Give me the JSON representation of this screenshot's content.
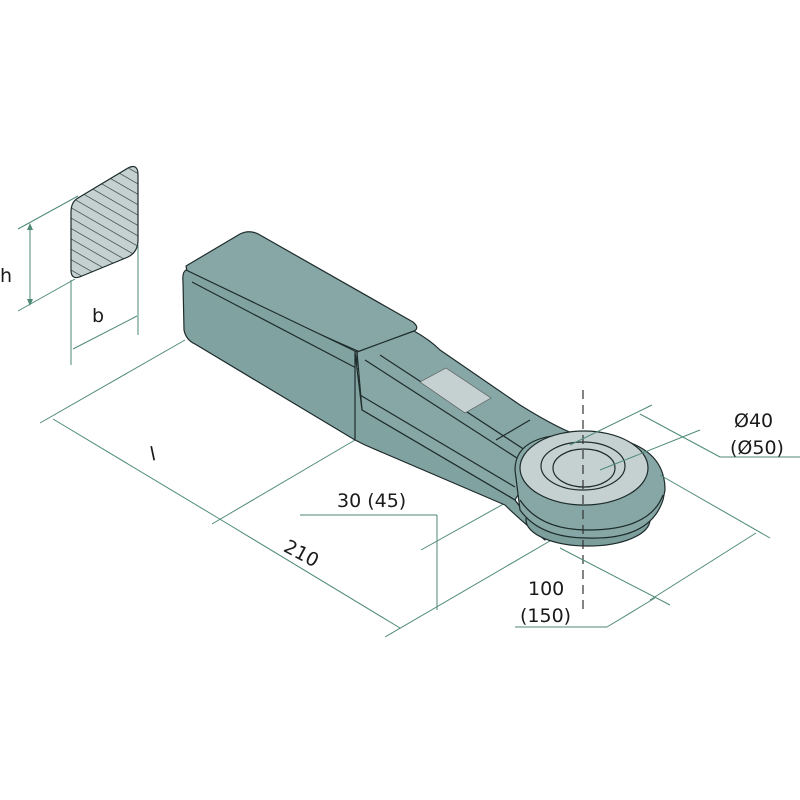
{
  "diagram": {
    "colors": {
      "body": "#86a7a6",
      "face": "#c4d1d0",
      "dimension": "#4f8a78",
      "outline": "#1e2b2b"
    },
    "section_labels": {
      "height": "h",
      "width": "b"
    },
    "dimensions": {
      "length": "l",
      "shank_to_eye": "210",
      "offset": "30 (45)",
      "eye_width": "100",
      "eye_width_alt": "(150)",
      "bore": "Ø40",
      "bore_alt": "(Ø50)"
    }
  }
}
